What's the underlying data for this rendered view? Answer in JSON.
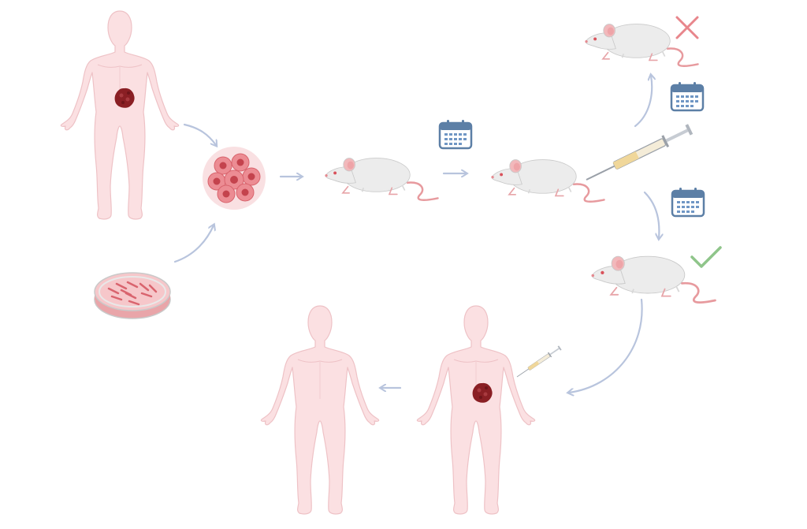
{
  "diagram": {
    "figures": [
      {
        "name": "human-with-tumor",
        "icon": "human-body-icon",
        "has_tumor": true
      },
      {
        "name": "tumor-cells",
        "icon": "tumor-cell-cluster-icon"
      },
      {
        "name": "cell-culture-dish",
        "icon": "petri-dish-icon"
      },
      {
        "name": "mouse-engrafted",
        "icon": "mouse-icon"
      },
      {
        "name": "mouse-treated",
        "icon": "mouse-icon"
      },
      {
        "name": "mouse-failed",
        "icon": "mouse-icon",
        "outcome": "failure"
      },
      {
        "name": "mouse-success",
        "icon": "mouse-icon",
        "outcome": "success"
      },
      {
        "name": "patient-treated",
        "icon": "human-body-icon",
        "has_tumor": true
      },
      {
        "name": "patient-healthy",
        "icon": "human-body-icon",
        "has_tumor": false
      }
    ],
    "steps": [
      {
        "from": "human-with-tumor",
        "to": "tumor-cells"
      },
      {
        "from": "cell-culture-dish",
        "to": "tumor-cells"
      },
      {
        "from": "tumor-cells",
        "to": "mouse-engrafted"
      },
      {
        "from": "mouse-engrafted",
        "to": "mouse-treated",
        "marker": "calendar-icon"
      },
      {
        "from": "mouse-treated",
        "to": "mouse-failed",
        "marker": "calendar-icon"
      },
      {
        "from": "mouse-treated",
        "to": "mouse-success",
        "marker": "calendar-icon"
      },
      {
        "from": "mouse-success",
        "to": "patient-treated"
      },
      {
        "from": "patient-treated",
        "to": "patient-healthy"
      }
    ],
    "colors": {
      "skin": "#fbe0e2",
      "skin_stroke": "#eec2c6",
      "tumor": "#8a1f24",
      "cells": "#e8767f",
      "mouse_body": "#ececec",
      "mouse_tail": "#e79a9e",
      "arrow": "#b8c4dd",
      "calendar": "#5c7fa6",
      "cross": "#e8868c",
      "check": "#8fc58a"
    }
  }
}
